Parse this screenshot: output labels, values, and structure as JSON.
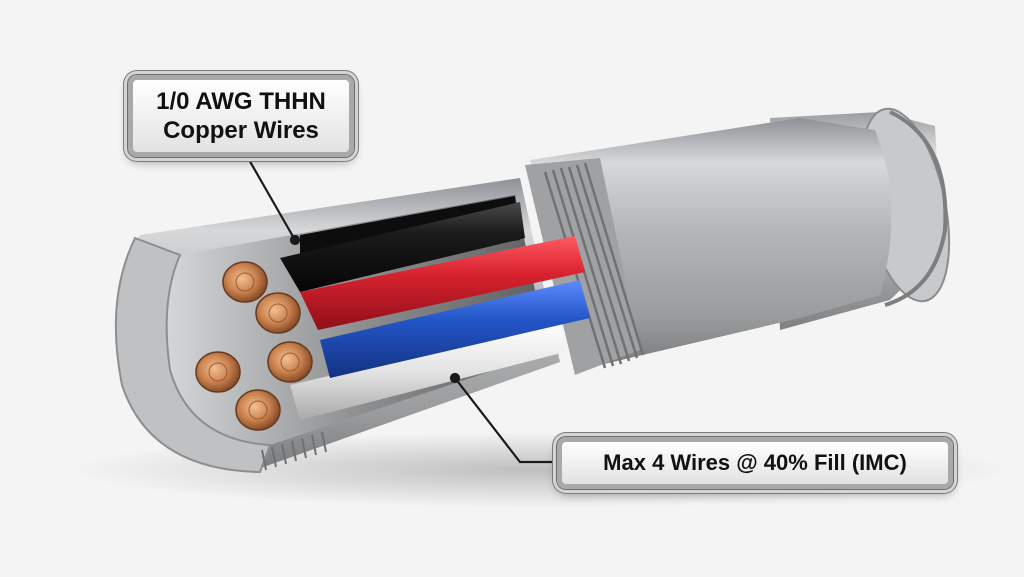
{
  "callouts": {
    "wires_line1": "1/0 AWG THHN",
    "wires_line2": "Copper Wires",
    "fill": "Max 4 Wires @ 40% Fill (IMC)"
  },
  "colors": {
    "conduit": "#b7b9bb",
    "wire_black": "#1a1a1a",
    "wire_red": "#d8222f",
    "wire_blue": "#2456c8",
    "wire_white": "#e9e9e9",
    "copper": "#c9814f"
  }
}
